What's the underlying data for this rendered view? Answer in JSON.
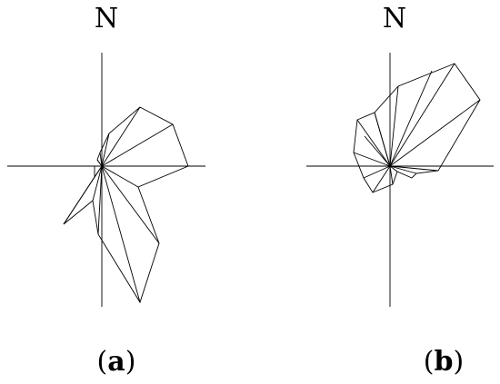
{
  "figures": [
    {
      "north_label": "N",
      "label_open": "(",
      "label_letter": "a",
      "label_close": ")"
    },
    {
      "north_label": "N",
      "label_open": "(",
      "label_letter": "b",
      "label_close": ")"
    }
  ]
}
